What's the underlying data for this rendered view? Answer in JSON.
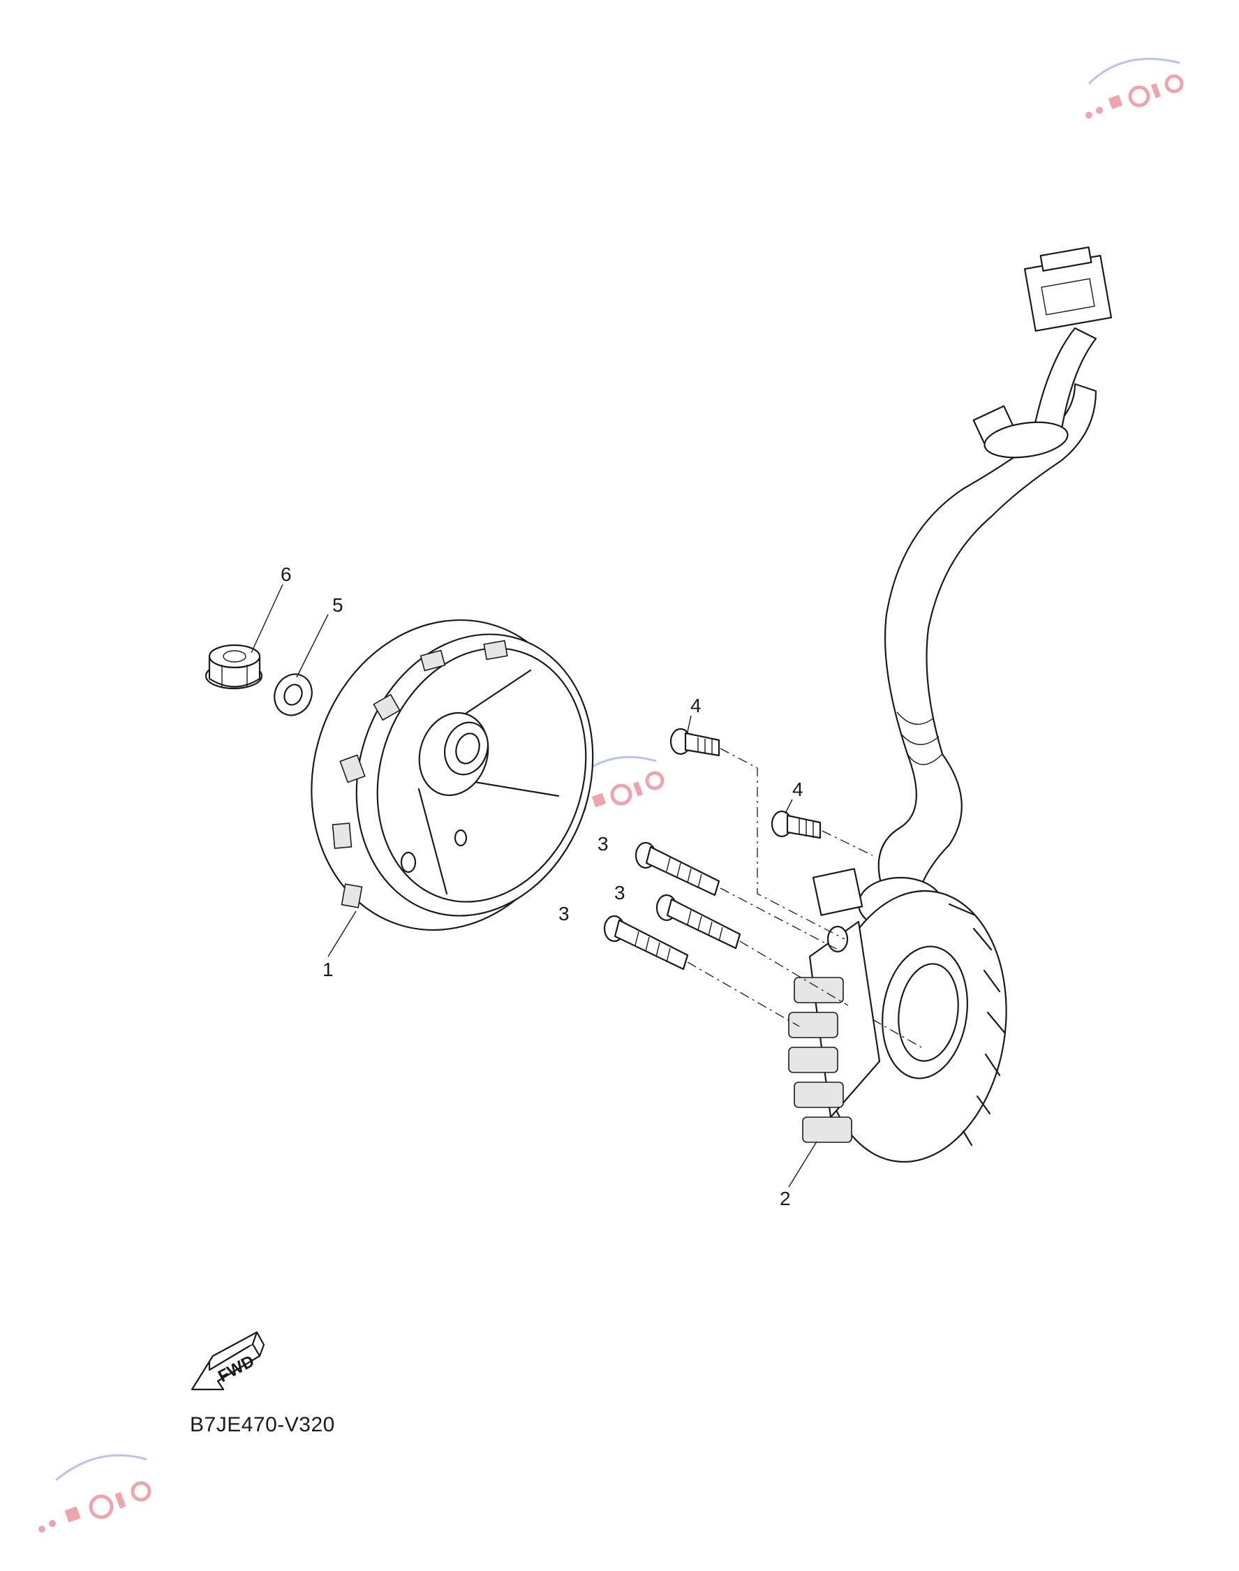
{
  "diagram": {
    "code": "B7JE470-V320",
    "direction_badge": "FWD",
    "callouts": [
      {
        "id": "1",
        "label": "1"
      },
      {
        "id": "2",
        "label": "2"
      },
      {
        "id": "3a",
        "label": "3"
      },
      {
        "id": "3b",
        "label": "3"
      },
      {
        "id": "3c",
        "label": "3"
      },
      {
        "id": "4a",
        "label": "4"
      },
      {
        "id": "4b",
        "label": "4"
      },
      {
        "id": "5",
        "label": "5"
      },
      {
        "id": "6",
        "label": "6"
      }
    ]
  },
  "colors": {
    "line": "#1a1a1a",
    "background": "#ffffff",
    "watermark_red": "#e05a6a",
    "watermark_blue": "#7f8fd8"
  },
  "watermark": {
    "icon": "moto-logo-watermark"
  }
}
